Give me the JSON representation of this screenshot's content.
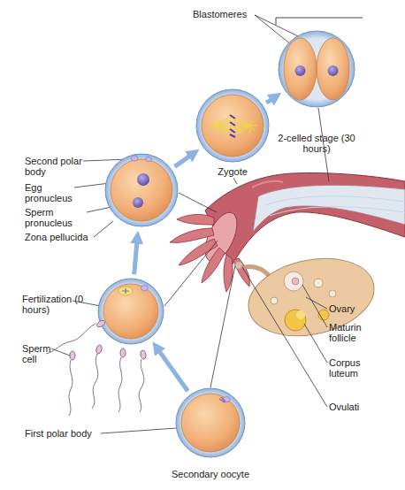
{
  "diagram": {
    "nodes": [
      {
        "text": [
          "Secondary oocyte"
        ]
      },
      {
        "text": [
          "Fertilization (0 hours)"
        ]
      },
      {
        "text": [
          "Second polar body",
          "Egg pronucleus",
          "Sperm pronucleus",
          "Zona pellucida"
        ]
      },
      {
        "text": [
          "Zygote"
        ]
      },
      {
        "text": [
          "2-celled stage (30 hours)"
        ]
      }
    ],
    "edges": [
      {
        "from": 0,
        "to": 1,
        "arrow": "to"
      },
      {
        "from": 1,
        "to": 2,
        "arrow": "to"
      },
      {
        "from": 2,
        "to": 3,
        "arrow": "to"
      },
      {
        "from": 3,
        "to": 4,
        "arrow": "to"
      }
    ],
    "labels": [
      "Blastomeres",
      "Sperm cell",
      "First polar body",
      "Ovary",
      "Maturin follicle",
      "Corpus luteum",
      "Ovulati"
    ]
  }
}
